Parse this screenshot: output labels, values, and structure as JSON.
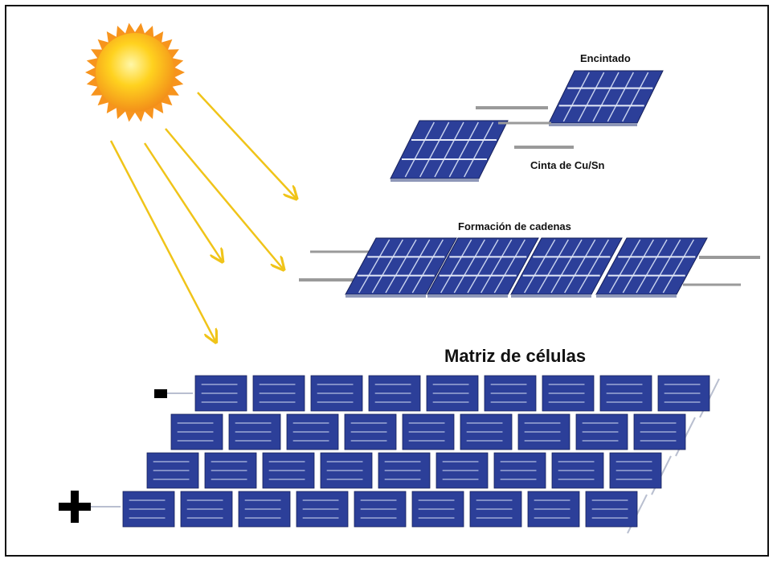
{
  "labels": {
    "encintado": "Encintado",
    "cinta": "Cinta de Cu/Sn",
    "formacion": "Formación de cadenas",
    "matriz": "Matriz de células",
    "minus": "-",
    "plus": "+"
  },
  "colors": {
    "cell_blue": "#2c3f99",
    "cell_dark": "#1d2a6e",
    "busbar": "#c9d3ee",
    "ribbon": "#9a9a9a",
    "ray": "#f0c419",
    "sun_core": "#ffe14a",
    "sun_edge": "#f7941d",
    "frame": "#111111"
  },
  "icons": {
    "sun": "sun-icon",
    "rays": "sunlight-arrow-icon"
  }
}
